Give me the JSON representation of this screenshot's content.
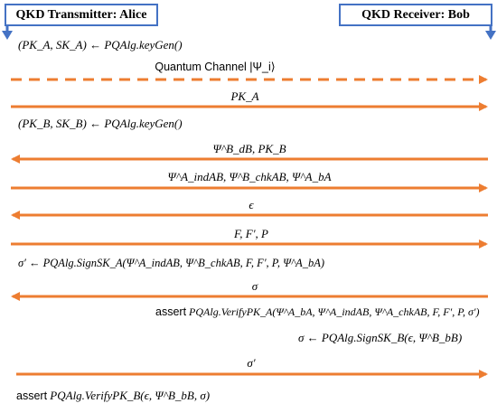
{
  "parties": {
    "transmitter": "QKD Transmitter: Alice",
    "receiver": "QKD Receiver: Bob"
  },
  "colors": {
    "arrow": "#ed7d31",
    "party_line": "#4472c4"
  },
  "steps": {
    "alice_keygen": "(PK_A, SK_A) ← PQAlg.keyGen()",
    "quantum_channel": "Quantum Channel |Ψ_i⟩",
    "msg_pk_a": "PK_A",
    "bob_keygen": "(PK_B, SK_B) ← PQAlg.keyGen()",
    "msg_psi_db_pk_b": "Ψ^B_dB, PK_B",
    "msg_psi_ind_chk_ba": "Ψ^A_indAB, Ψ^B_chkAB, Ψ^A_bA",
    "msg_epsilon": "ϵ",
    "msg_f_fprime_p": "F, F′, P",
    "alice_sign": "σ′ ← PQAlg.SignSK_A(Ψ^A_indAB, Ψ^B_chkAB, F, F′, P, Ψ^A_bA)",
    "msg_sigma": "σ",
    "bob_assert_prefix": "assert",
    "bob_verify": "PQAlg.VerifyPK_A(Ψ^A_bA, Ψ^A_indAB, Ψ^A_chkAB, F, F′, P, σ′)",
    "bob_sign": "σ ← PQAlg.SignSK_B(ϵ, Ψ^B_bB)",
    "msg_sigma_prime": "σ′",
    "alice_assert_prefix": "assert",
    "alice_verify": "PQAlg.VerifyPK_B(ϵ, Ψ^B_bB, σ)"
  }
}
